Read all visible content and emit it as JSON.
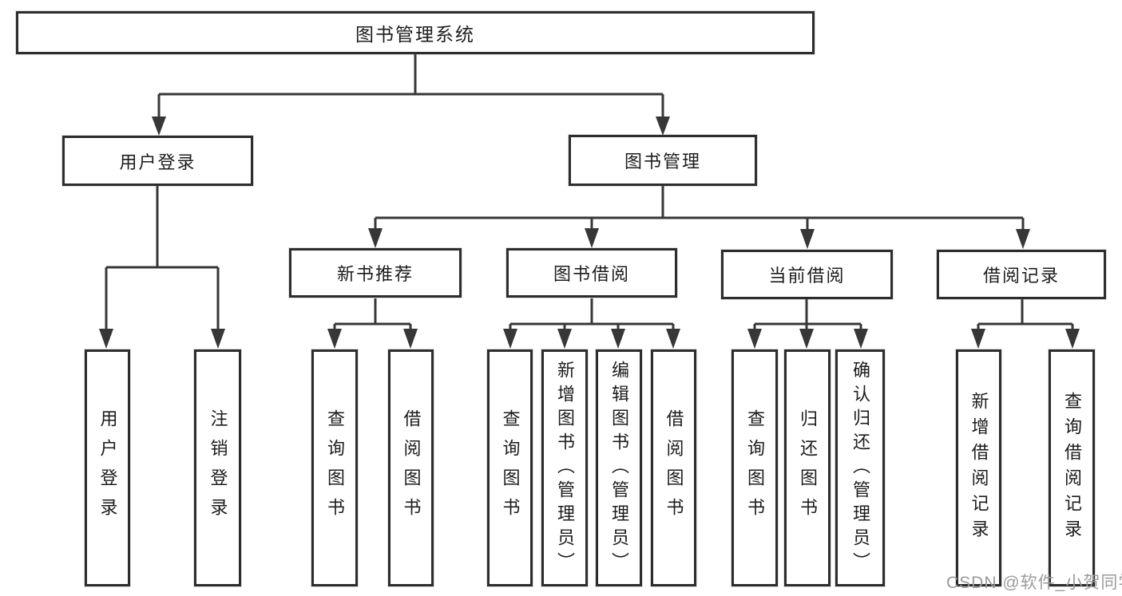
{
  "diagram": {
    "root": "图书管理系统",
    "level2": {
      "user_login": "用户登录",
      "book_mgmt": "图书管理"
    },
    "level3": {
      "new_books": "新书推荐",
      "book_borrow": "图书借阅",
      "current_borrow": "当前借阅",
      "borrow_records": "借阅记录"
    },
    "leaves": {
      "user_login": [
        "用户登录",
        "注销登录"
      ],
      "new_books": [
        "查询图书",
        "借阅图书"
      ],
      "book_borrow": [
        "查询图书",
        "新增图书（管理员）",
        "编辑图书（管理员）",
        "借阅图书"
      ],
      "current_borrow": [
        "查询图书",
        "归还图书",
        "确认归还（管理员）"
      ],
      "borrow_records": [
        "新增借阅记录",
        "查询借阅记录"
      ]
    }
  },
  "watermark": "CSDN @软件_小贺同学",
  "colors": {
    "line": "#373737",
    "box_border": "#2d2d2d",
    "text": "#1c1c1c",
    "background": "#ffffff",
    "watermark": "#9b9b9b"
  }
}
